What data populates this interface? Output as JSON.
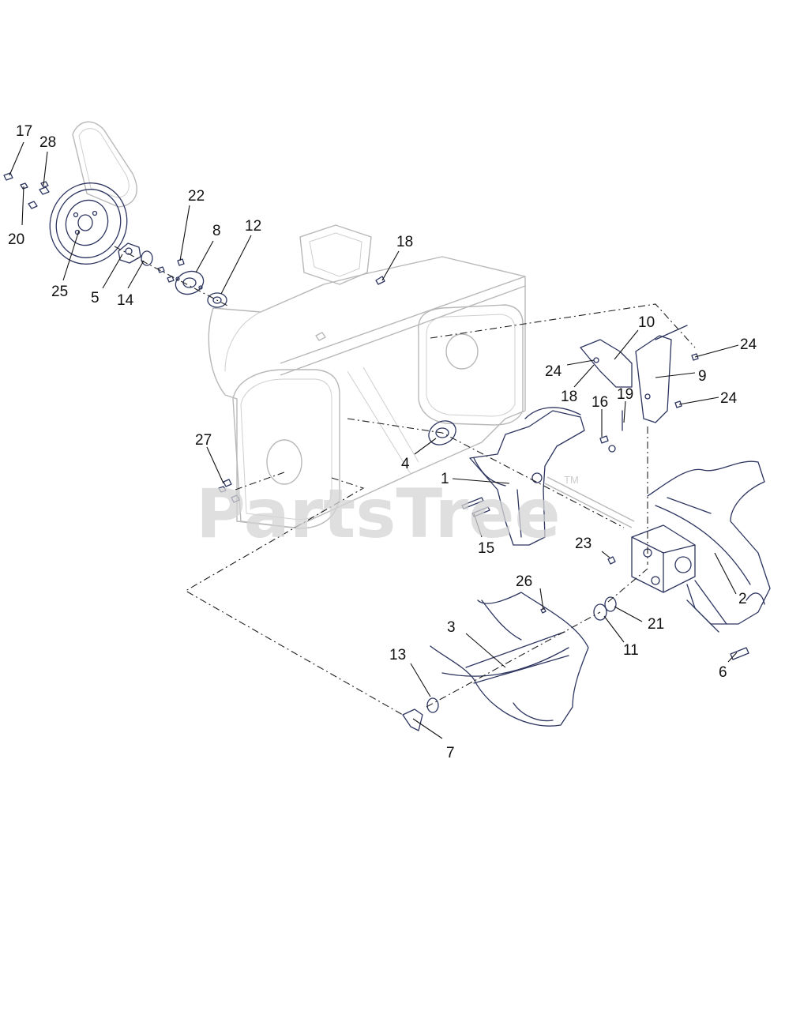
{
  "watermark": {
    "text": "PartsTree",
    "trademark": "TM"
  },
  "callouts": [
    "17",
    "28",
    "20",
    "25",
    "5",
    "14",
    "22",
    "8",
    "12",
    "18",
    "10",
    "24",
    "24",
    "18",
    "9",
    "24",
    "19",
    "16",
    "27",
    "4",
    "1",
    "15",
    "23",
    "2",
    "26",
    "3",
    "21",
    "11",
    "6",
    "13",
    "7"
  ]
}
